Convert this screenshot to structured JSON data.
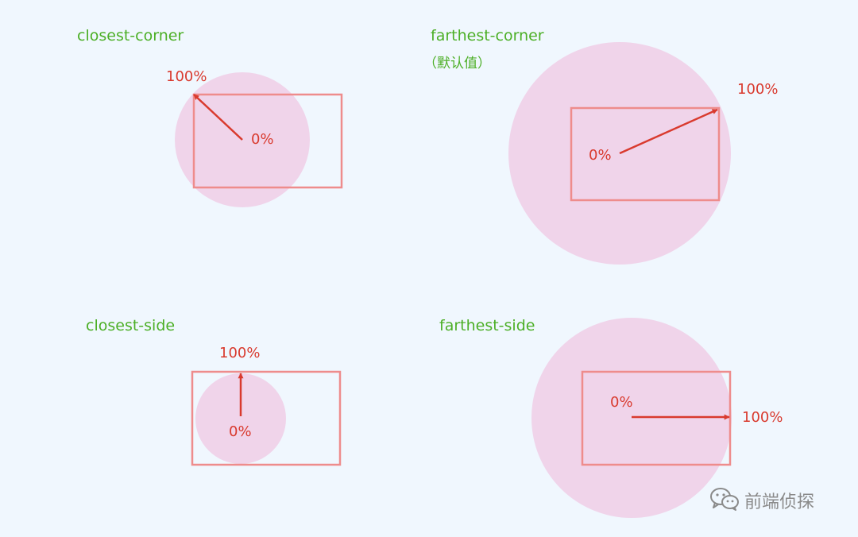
{
  "colors": {
    "background": "#f0f7fe",
    "circle_fill": "#f0d4ea",
    "box_stroke": "#ee8c8c",
    "arrow": "#d93a2e",
    "title_text": "#4caf26",
    "label_text": "#d93a2e"
  },
  "panels": [
    {
      "id": "closest-corner",
      "title": "closest-corner",
      "subtitle": "",
      "start_label": "0%",
      "end_label": "100%",
      "arrow_target": "corner"
    },
    {
      "id": "farthest-corner",
      "title": "farthest-corner",
      "subtitle": "（默认值）",
      "start_label": "0%",
      "end_label": "100%",
      "arrow_target": "corner"
    },
    {
      "id": "closest-side",
      "title": "closest-side",
      "subtitle": "",
      "start_label": "0%",
      "end_label": "100%",
      "arrow_target": "side"
    },
    {
      "id": "farthest-side",
      "title": "farthest-side",
      "subtitle": "",
      "start_label": "0%",
      "end_label": "100%",
      "arrow_target": "side"
    }
  ],
  "watermark": {
    "icon": "wechat-icon",
    "text": "前端侦探"
  }
}
